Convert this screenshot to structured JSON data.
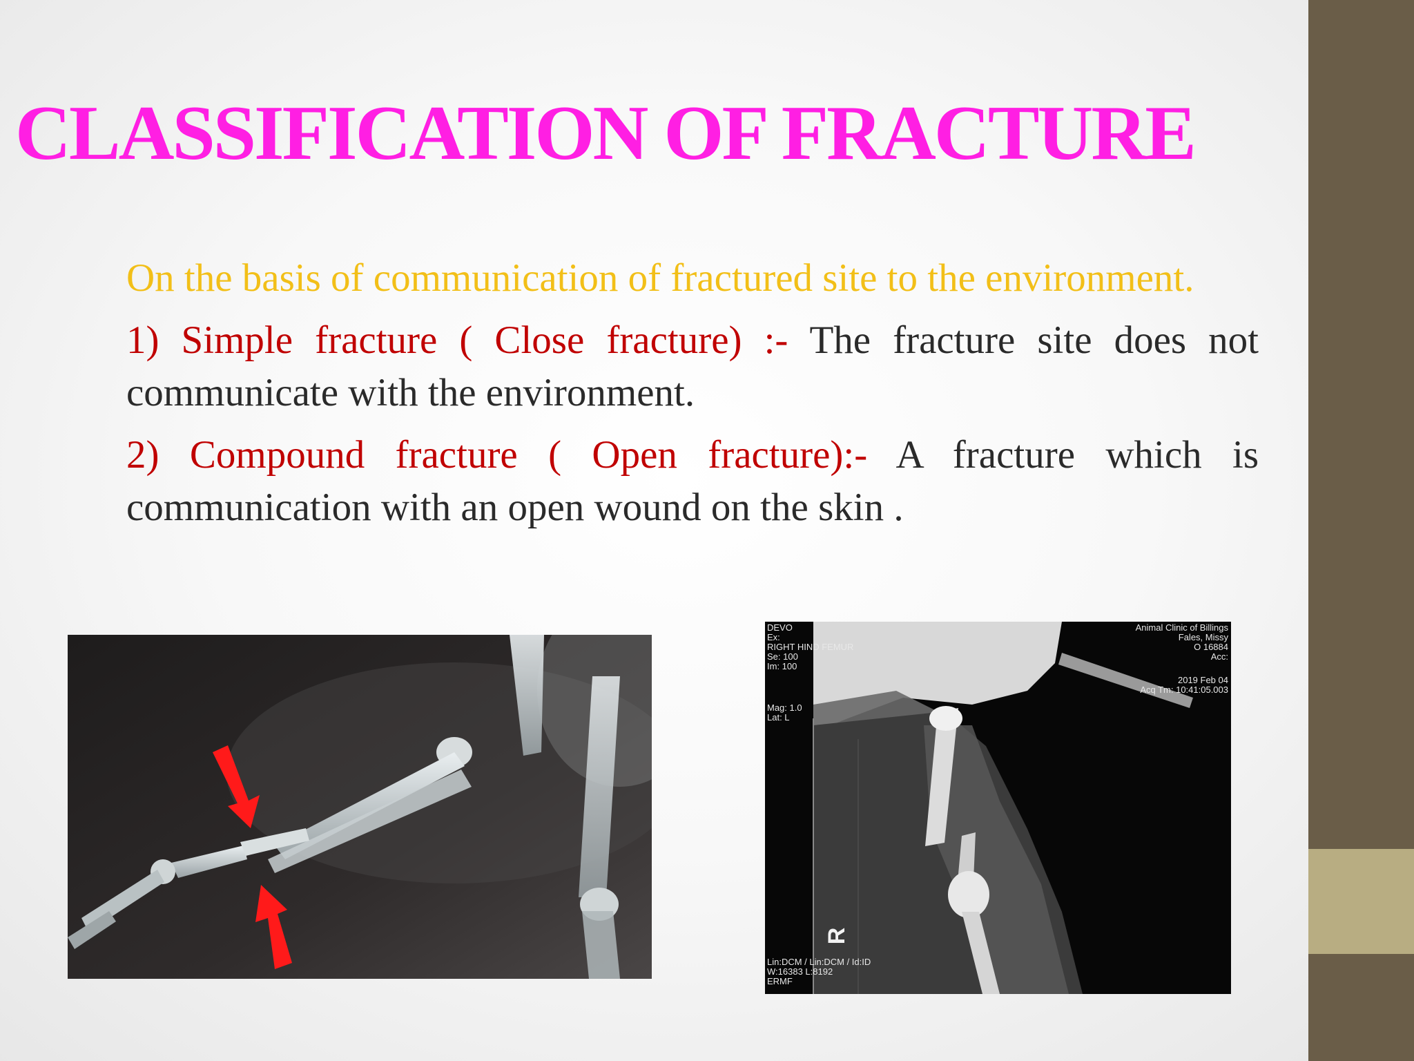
{
  "slide": {
    "title": "CLASSIFICATION OF FRACTURE",
    "intro": "On the basis of communication of fractured site to the environment.",
    "items": [
      {
        "term": "1) Simple fracture ( Close fracture) :-",
        "description": "The fracture site does not communicate with the environment."
      },
      {
        "term": "2) Compound fracture ( Open fracture):-",
        "description": "A fracture which is communication with an open wound on the skin ."
      }
    ]
  },
  "colors": {
    "title": "#ff1fe3",
    "intro": "#f2bf18",
    "term": "#c00000",
    "body_text": "#2a2a2a",
    "side_band": "#6a5d48",
    "side_accent": "#b8ad82"
  },
  "images": {
    "xray_right": {
      "overlay_left": [
        "DEVO",
        "Ex:",
        "RIGHT HIND FEMUR",
        "Se: 100",
        "Im: 100",
        "Mag: 1.0",
        "Lat: L"
      ],
      "overlay_right": [
        "Animal Clinic of Billings",
        "Fales, Missy",
        "O 16884",
        "Acc:",
        "2019 Feb 04",
        "Acq Tm: 10:41:05.003"
      ],
      "overlay_bottom": [
        "Lin:DCM / Lin:DCM / Id:ID",
        "W:16383 L:8192",
        "ERMF"
      ],
      "side_marker": "R"
    }
  }
}
